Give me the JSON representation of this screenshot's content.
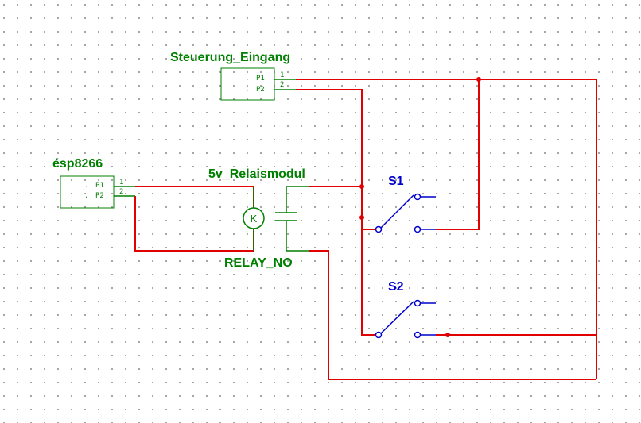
{
  "colors": {
    "background": "#ffffff",
    "grid_dot": "#8a8a8a",
    "wire": "#e00000",
    "component": "#008000",
    "switch": "#0000cc",
    "junction": "#e00000"
  },
  "components": {
    "steuerung": {
      "title": "Steuerung_Eingang",
      "pin1_label": "P1",
      "pin2_label": "P2",
      "pin1_num": "1",
      "pin2_num": "2"
    },
    "esp": {
      "title": "ésp8266",
      "pin1_label": "P1",
      "pin2_label": "P2",
      "pin1_num": "1",
      "pin2_num": "2"
    },
    "relay": {
      "top_label": "5v_Relaismodul",
      "bottom_label": "RELAY_NO",
      "coil_letter": "K"
    },
    "switch1": {
      "label": "S1"
    },
    "switch2": {
      "label": "S2"
    }
  }
}
